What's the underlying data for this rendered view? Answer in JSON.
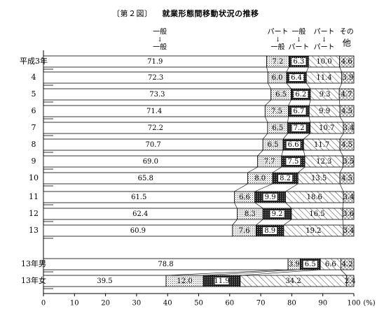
{
  "chart_data": {
    "type": "bar",
    "stacked": "horizontal-100-percent",
    "fig_label": "〔第２図〕",
    "title": "就業形態間移動状況の推移",
    "series_headers": [
      {
        "top": "一般",
        "arrow": "↓",
        "bottom": "一般"
      },
      {
        "top": "パート",
        "arrow": "↓",
        "bottom": "一般"
      },
      {
        "top": "一般",
        "arrow": "↓",
        "bottom": "パート"
      },
      {
        "top": "パート",
        "arrow": "↓",
        "bottom": "パート"
      },
      {
        "top": "その",
        "arrow": "",
        "bottom": "他"
      }
    ],
    "categories": [
      "平成3年",
      "4",
      "5",
      "6",
      "7",
      "8",
      "9",
      "10",
      "11",
      "12",
      "13",
      "13年男",
      "13年女"
    ],
    "series": [
      {
        "pattern": "white",
        "values": [
          71.9,
          72.3,
          73.3,
          71.4,
          72.2,
          70.7,
          69.0,
          65.8,
          61.5,
          62.4,
          60.9,
          78.8,
          39.5
        ]
      },
      {
        "pattern": "dotted",
        "values": [
          7.2,
          6.0,
          6.5,
          7.5,
          6.5,
          6.5,
          7.7,
          8.0,
          6.6,
          8.3,
          7.6,
          3.9,
          12.0
        ]
      },
      {
        "pattern": "dark",
        "values": [
          6.3,
          6.4,
          6.2,
          6.7,
          7.2,
          6.6,
          7.5,
          8.2,
          9.9,
          9.2,
          8.9,
          6.5,
          11.9
        ]
      },
      {
        "pattern": "hatch",
        "values": [
          10.0,
          11.4,
          9.3,
          9.9,
          10.7,
          11.7,
          12.3,
          13.5,
          18.6,
          16.5,
          19.2,
          6.6,
          34.2
        ]
      },
      {
        "pattern": "cross",
        "values": [
          4.6,
          3.9,
          4.7,
          4.5,
          3.4,
          4.5,
          3.5,
          4.5,
          3.4,
          3.6,
          3.4,
          4.2,
          2.4
        ]
      }
    ],
    "value_labels": [
      [
        "71.9",
        "7.2",
        "6.3",
        "10.0",
        "4.6"
      ],
      [
        "72.3",
        "6.0",
        "6.4",
        "11.4",
        "3.9"
      ],
      [
        "73.3",
        "6.5",
        "6.2",
        "9.3",
        "4.7"
      ],
      [
        "71.4",
        "7.5",
        "6.7",
        "9.9",
        "4.5"
      ],
      [
        "72.2",
        "6.5",
        "7.2",
        "10.7",
        "3.4"
      ],
      [
        "70.7",
        "6.5",
        "6.6",
        "11.7",
        "4.5"
      ],
      [
        "69.0",
        "7.7",
        "7.5",
        "12.3",
        "3.5"
      ],
      [
        "65.8",
        "8.0",
        "8.2",
        "13.5",
        "4.5"
      ],
      [
        "61.5",
        "6.6",
        "9.9",
        "18.6",
        "3.4"
      ],
      [
        "62.4",
        "8.3",
        "9.2",
        "16.5",
        "3.6"
      ],
      [
        "60.9",
        "7.6",
        "8.9",
        "19.2",
        "3.4"
      ],
      [
        "78.8",
        "3.9",
        "6.5",
        "6.6",
        "4.2"
      ],
      [
        "39.5",
        "12.0",
        "11.9",
        "34.2",
        "2.4"
      ]
    ],
    "x_ticks": [
      "0",
      "10",
      "20",
      "30",
      "40",
      "50",
      "60",
      "70",
      "80",
      "90",
      "100"
    ],
    "x_unit": "(%)",
    "xlim": [
      0,
      100
    ],
    "grid": false,
    "legend": "column headers above bars"
  }
}
